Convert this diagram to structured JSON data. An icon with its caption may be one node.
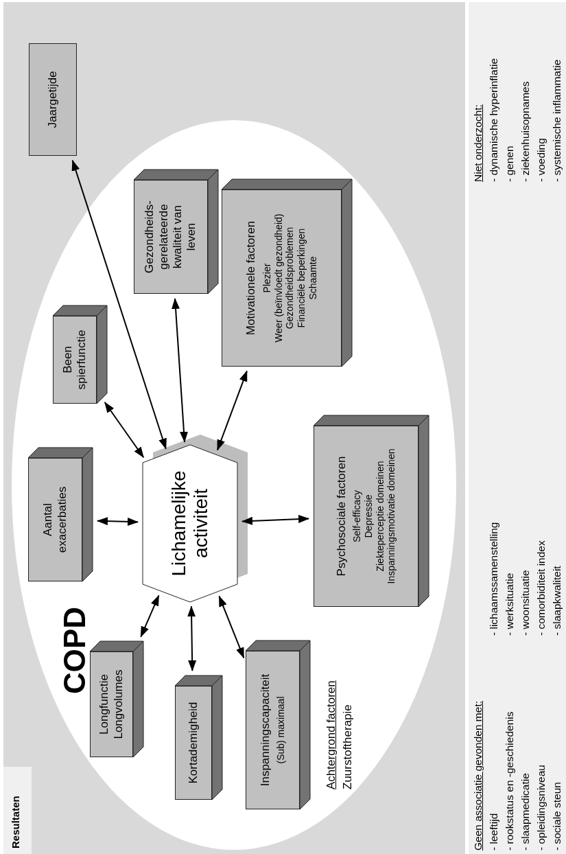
{
  "diagram": {
    "nodes": [
      {
        "text": [
          "COPD"
        ]
      },
      {
        "text": [
          "Lichamelijke activiteit"
        ],
        "in": 0
      },
      {
        "text": [
          "Aantal exacerbaties"
        ],
        "in": 0
      },
      {
        "text": [
          "Been spierfunctie"
        ],
        "in": 0
      },
      {
        "text": [
          "Gezondheids-gerelateerde kwaliteit van leven"
        ],
        "in": 0
      },
      {
        "text": [
          "Motivationele factoren",
          "Plezier",
          "Weer (beïnvloedt gezondheid)",
          "Gezondheidsproblemen",
          "Financiële beperkingen",
          "Schaamte"
        ],
        "in": 0
      },
      {
        "text": [
          "Psychosociale factoren",
          "Self-efficacy",
          "Depressie",
          "Ziekteperceptie domeinen",
          "Inspanningsmotivatie domeinen"
        ],
        "in": 0
      },
      {
        "text": [
          "Longfunctie",
          "Longvolumes"
        ],
        "in": 0
      },
      {
        "text": [
          "Kortademigheid"
        ],
        "in": 0
      },
      {
        "text": [
          "Inspanningscapaciteit",
          "(Sub) maximaal"
        ],
        "in": 0
      },
      {
        "text": [
          "Jaargetijde"
        ]
      }
    ],
    "edges": [
      {
        "from": 1,
        "to": 2,
        "arrow": "both"
      },
      {
        "from": 1,
        "to": 3,
        "arrow": "both"
      },
      {
        "from": 1,
        "to": 4,
        "arrow": "both"
      },
      {
        "from": 1,
        "to": 5,
        "arrow": "both"
      },
      {
        "from": 1,
        "to": 6,
        "arrow": "both"
      },
      {
        "from": 1,
        "to": 7,
        "arrow": "both"
      },
      {
        "from": 1,
        "to": 8,
        "arrow": "both"
      },
      {
        "from": 1,
        "to": 9,
        "arrow": "both"
      },
      {
        "from": 1,
        "to": 10,
        "arrow": "both"
      }
    ],
    "labels": [
      "Resultaten",
      "Achtergrond factoren",
      "Zuurstoftherapie",
      "Geen associatie gevonden met:",
      "- leeftijd",
      "- rookstatus en -geschiedenis",
      "- slaapmedicatie",
      "- opleidingsniveau",
      "- sociale steun",
      "- lichaamssamenstelling",
      "- werksituatie",
      "- woonsituatie",
      "- comorbiditeit index",
      "- slaapkwaliteit",
      "Niet onderzocht:",
      "- dynamische hyperinflatie",
      "- genen",
      "- ziekenhuisopnames",
      "- voeding",
      "- systemische inflammatie"
    ]
  }
}
